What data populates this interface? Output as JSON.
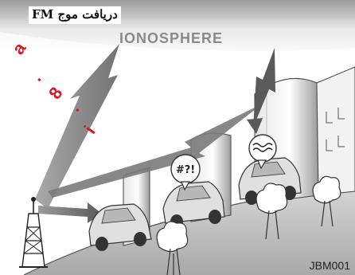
{
  "title": "دریافت موج FM",
  "ionosphere_label": "IONOSPHERE",
  "figure_code": "JBM001",
  "watermark_text": "a.8.i",
  "thought_bubble_symbols": "#?!",
  "colors": {
    "watermark": "#d81a22",
    "radio_wave": "#8a8a8a",
    "sky_band": "#cfcfcf",
    "ground": "#bdbdbd"
  },
  "icons": {
    "tower": "radio-tower-icon",
    "confused_bubble": "speech-bubble-confused-icon",
    "static_bubble": "speech-bubble-static-icon"
  }
}
